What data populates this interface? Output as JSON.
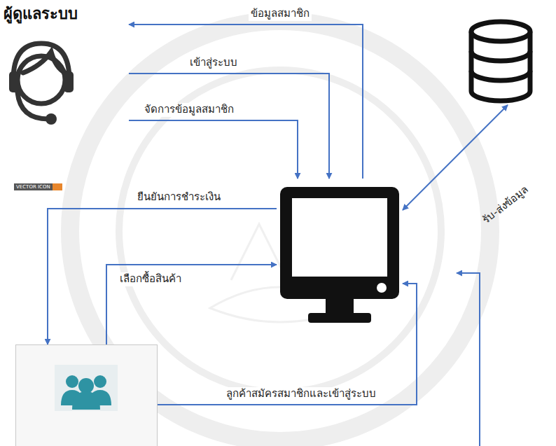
{
  "diagram": {
    "nodes": [
      {
        "text": [
          "ผู้ดูแลระบบ"
        ]
      },
      {
        "text": []
      },
      {
        "text": []
      },
      {
        "text": []
      }
    ],
    "edges": [
      {
        "from": 1,
        "to": 0,
        "label": "ข้อมูลสมาชิก",
        "arrow": "to"
      },
      {
        "from": 0,
        "to": 1,
        "label": "เข้าสู่ระบบ",
        "arrow": "to"
      },
      {
        "from": 0,
        "to": 1,
        "label": "จัดการข้อมูลสมาชิก",
        "arrow": "to"
      },
      {
        "from": 1,
        "to": 2,
        "label": "รับ-ส่งข้อมูล",
        "arrow": "both"
      },
      {
        "from": 1,
        "to": 3,
        "label": "ยืนยันการชำระเงิน",
        "arrow": "to"
      },
      {
        "from": 3,
        "to": 1,
        "label": "เลือกซื้อสินค้า",
        "arrow": "to"
      },
      {
        "from": 3,
        "to": 1,
        "label": "ลูกค้าสมัครสมาชิกและเข้าสู่ระบบ",
        "arrow": "to"
      }
    ],
    "labels": [
      "VECTOR ICON"
    ]
  }
}
